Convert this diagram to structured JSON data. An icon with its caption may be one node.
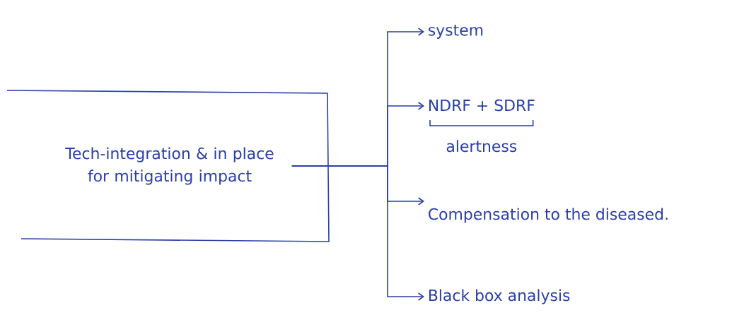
{
  "diagram": {
    "nodes": [
      {
        "text": [
          "Tech-integration & in place for mitigating impact"
        ]
      },
      {
        "text": [
          "system"
        ]
      },
      {
        "text": [
          "NDRF + SDRF",
          "alertness"
        ]
      },
      {
        "text": [
          "Compensation to the diseased."
        ]
      },
      {
        "text": [
          "Black box analysis"
        ]
      }
    ],
    "edges": [
      {
        "from": 0,
        "to": 1,
        "arrow": "to"
      },
      {
        "from": 0,
        "to": 2,
        "arrow": "to"
      },
      {
        "from": 0,
        "to": 3,
        "arrow": "to"
      },
      {
        "from": 0,
        "to": 4,
        "arrow": "to"
      }
    ]
  }
}
